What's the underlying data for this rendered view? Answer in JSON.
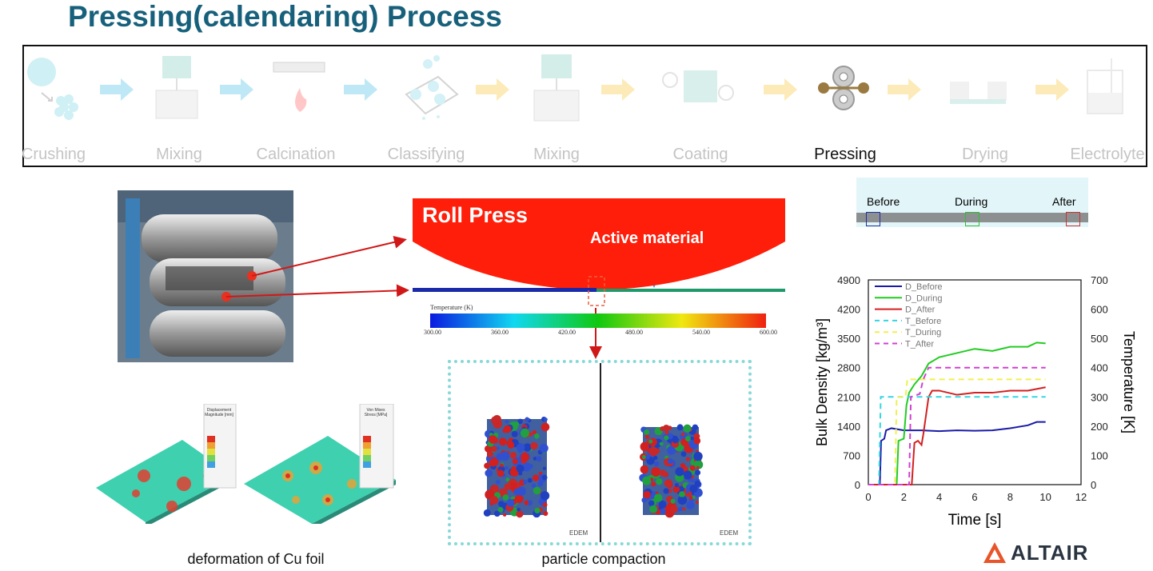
{
  "title": "Pressing(calendaring) Process",
  "process_steps": [
    {
      "label": "Crushing",
      "active": false
    },
    {
      "label": "Mixing",
      "active": false
    },
    {
      "label": "Calcination",
      "active": false
    },
    {
      "label": "Classifying",
      "active": false
    },
    {
      "label": "Mixing",
      "active": false
    },
    {
      "label": "Coating",
      "active": false
    },
    {
      "label": "Pressing",
      "active": true
    },
    {
      "label": "Drying",
      "active": false
    },
    {
      "label": "Electrolyte",
      "active": false
    }
  ],
  "roll_press": {
    "title": "Roll Press",
    "active_material_label": "Active material",
    "colorbar_title": "Temperature (K)",
    "colorbar_ticks": [
      "300.00",
      "360.00",
      "420.00",
      "480.00",
      "540.00",
      "600.00"
    ]
  },
  "stages_strip": {
    "before": "Before",
    "during": "During",
    "after": "After"
  },
  "captions": {
    "foil": "deformation of Cu foil",
    "particles": "particle compaction"
  },
  "contour_legends": {
    "displacement": {
      "title": "Displacement Magnitude [mm]"
    },
    "von_mises": {
      "title": "Von Mises Stress [MPa]"
    }
  },
  "software_logo": "EDEM",
  "brand": "ALTAIR",
  "colors": {
    "title": "#17607b",
    "roll": "#ff1e0a",
    "brand": "#e8552a"
  },
  "chart_data": {
    "type": "line",
    "xlabel": "Time [s]",
    "ylabel": "Bulk Density [kg/m³]",
    "y2label": "Temperature [K]",
    "xlim": [
      0,
      12
    ],
    "ylim": [
      0,
      4900
    ],
    "y2lim": [
      0,
      700
    ],
    "xticks": [
      0,
      2,
      4,
      6,
      8,
      10,
      12
    ],
    "yticks": [
      0,
      700,
      1400,
      2100,
      2800,
      3500,
      4200,
      4900
    ],
    "y2ticks": [
      0,
      100,
      200,
      300,
      400,
      500,
      600,
      700
    ],
    "legend": "top-left",
    "series": [
      {
        "name": "D_Before",
        "axis": "left",
        "color": "#1a1aa8",
        "dash": false,
        "x": [
          0,
          0.65,
          0.72,
          0.9,
          1.0,
          1.3,
          2,
          3,
          4,
          5,
          6,
          7,
          8,
          9,
          9.5,
          10
        ],
        "y": [
          0,
          0,
          1050,
          1100,
          1300,
          1350,
          1300,
          1300,
          1280,
          1300,
          1290,
          1300,
          1350,
          1420,
          1500,
          1500
        ]
      },
      {
        "name": "D_During",
        "axis": "left",
        "color": "#22cc22",
        "dash": false,
        "x": [
          0,
          1.6,
          1.7,
          2.0,
          2.15,
          2.3,
          2.6,
          3.0,
          3.4,
          4,
          5,
          6,
          7,
          8,
          9,
          9.5,
          10
        ],
        "y": [
          0,
          0,
          1050,
          1100,
          1900,
          2200,
          2400,
          2600,
          2900,
          3050,
          3150,
          3250,
          3200,
          3300,
          3300,
          3400,
          3380
        ]
      },
      {
        "name": "D_After",
        "axis": "left",
        "color": "#d42020",
        "dash": false,
        "x": [
          0,
          2.45,
          2.6,
          2.8,
          3.0,
          3.1,
          3.4,
          3.6,
          4,
          5,
          6,
          7,
          8,
          9,
          10
        ],
        "y": [
          0,
          0,
          1000,
          1050,
          950,
          1200,
          2100,
          2250,
          2250,
          2150,
          2200,
          2200,
          2250,
          2250,
          2330
        ]
      },
      {
        "name": "T_Before",
        "axis": "right",
        "color": "#33d6e0",
        "dash": true,
        "x": [
          0,
          0.6,
          0.7,
          10
        ],
        "y": [
          0,
          0,
          300,
          300
        ]
      },
      {
        "name": "T_During",
        "axis": "right",
        "color": "#f0f050",
        "dash": true,
        "x": [
          0,
          1.5,
          1.6,
          2.1,
          2.2,
          10
        ],
        "y": [
          0,
          0,
          300,
          300,
          360,
          360
        ]
      },
      {
        "name": "T_After",
        "axis": "right",
        "color": "#d040d0",
        "dash": true,
        "x": [
          0,
          2.3,
          2.4,
          2.9,
          3.1,
          3.4,
          10
        ],
        "y": [
          0,
          0,
          300,
          310,
          360,
          400,
          400
        ]
      }
    ]
  }
}
